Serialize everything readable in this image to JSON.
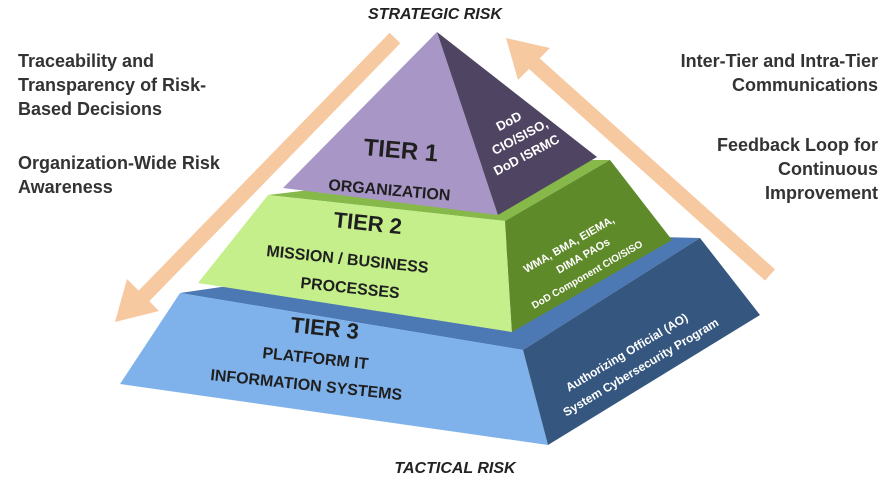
{
  "labels": {
    "top": "STRATEGIC RISK",
    "bottom": "TACTICAL RISK"
  },
  "left_notes": {
    "traceability": [
      "Traceability and",
      "Transparency of Risk-",
      "Based Decisions"
    ],
    "awareness": [
      "Organization-Wide Risk",
      "Awareness"
    ]
  },
  "right_notes": {
    "communications": [
      "Inter-Tier and Intra-Tier",
      "Communications"
    ],
    "feedback": [
      "Feedback Loop for",
      "Continuous",
      "Improvement"
    ]
  },
  "tiers": {
    "tier1": {
      "title": "TIER 1",
      "subtitle": "ORGANIZATION",
      "side": [
        "DoD",
        "CIO/SISO,",
        "DoD ISRMC"
      ]
    },
    "tier2": {
      "title": "TIER 2",
      "subtitle": [
        "MISSION / BUSINESS",
        "PROCESSES"
      ],
      "side": [
        "WMA, BMA, EIEMA,",
        "DIMA PAOs",
        "DoD Component CIO/SISO"
      ]
    },
    "tier3": {
      "title": "TIER 3",
      "subtitle": [
        "PLATFORM IT",
        "INFORMATION SYSTEMS"
      ],
      "side": [
        "Authorizing Official (AO)",
        "System Cybersecurity Program"
      ]
    }
  },
  "colors": {
    "tier1_front": "#a897c6",
    "tier1_side": "#4f4461",
    "tier2_front": "#c4ef8b",
    "tier2_side": "#5e8a2a",
    "tier3_front": "#7fb2ea",
    "tier3_side": "#35577f",
    "arrow": "#f7c9a0"
  }
}
